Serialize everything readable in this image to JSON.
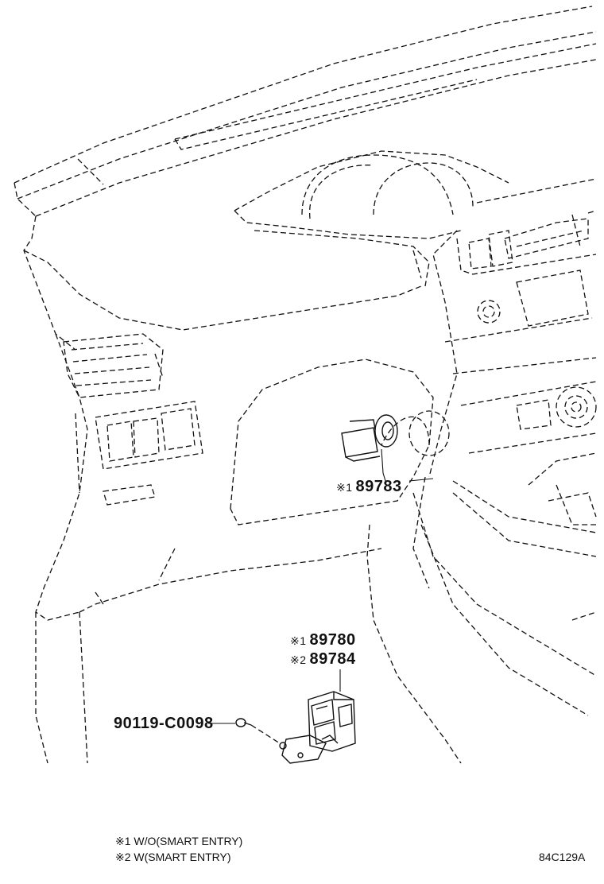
{
  "parts": {
    "p89783": {
      "mark": "※1",
      "number": "89783"
    },
    "p89780": {
      "mark": "※1",
      "number": "89780"
    },
    "p89784": {
      "mark": "※2",
      "number": "89784"
    },
    "p90119": {
      "number": "90119-C0098"
    }
  },
  "notes": {
    "note1": "※1 W/O(SMART ENTRY)",
    "note2": "※2 W(SMART ENTRY)"
  },
  "drawing_code": "84C129A",
  "icons": [
    "dashboard-drawing",
    "ignition-switch-icon",
    "ecu-module-icon",
    "bolt-icon"
  ]
}
